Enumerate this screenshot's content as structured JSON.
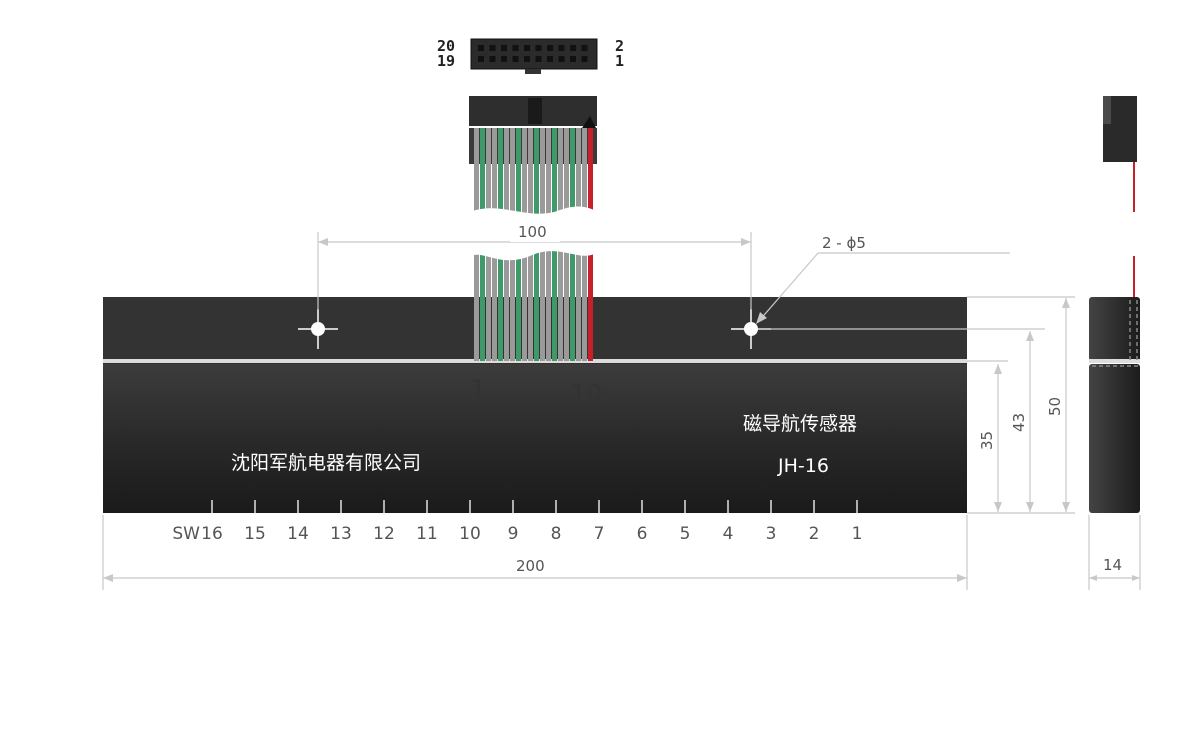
{
  "connector": {
    "pin_top_left": "20",
    "pin_bottom_left": "19",
    "pin_top_right": "2",
    "pin_bottom_right": "1"
  },
  "dimensions": {
    "hole_spacing": "100",
    "hole_callout": "2 - ϕ5",
    "total_length": "200",
    "height_lower": "35",
    "height_hole": "43",
    "height_total": "50",
    "depth": "14"
  },
  "cable_pins": {
    "first": "1",
    "last": "10"
  },
  "body_text": {
    "company": "沈阳军航电器有限公司",
    "product_name": "磁导航传感器",
    "model": "JH-16"
  },
  "switches": {
    "prefix": "SW",
    "labels": [
      "16",
      "15",
      "14",
      "13",
      "12",
      "11",
      "10",
      "9",
      "8",
      "7",
      "6",
      "5",
      "4",
      "3",
      "2",
      "1"
    ]
  },
  "colors": {
    "body": "#2a2a2a",
    "wire_green": "#3f9a6a",
    "wire_red": "#c8202a",
    "dimension_line": "#c8c8c8"
  }
}
